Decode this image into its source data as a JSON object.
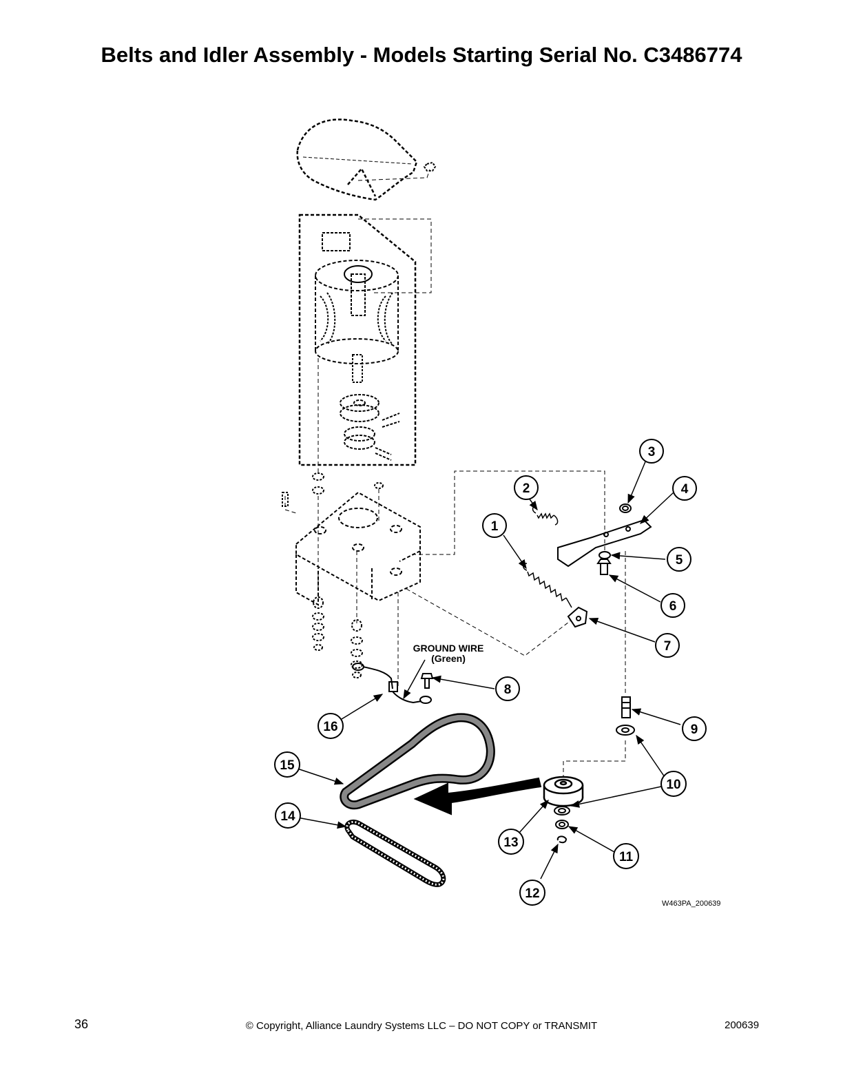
{
  "page": {
    "title": "Belts and Idler Assembly - Models Starting Serial No. C3486774",
    "page_number": "36",
    "copyright": "© Copyright, Alliance Laundry Systems LLC – DO NOT COPY or TRANSMIT",
    "doc_code": "200639"
  },
  "diagram": {
    "reference_code": "W463PA_200639",
    "ground_wire_label": "GROUND WIRE",
    "ground_wire_color": "(Green)",
    "callouts": [
      "1",
      "2",
      "3",
      "4",
      "5",
      "6",
      "7",
      "8",
      "9",
      "10",
      "10",
      "11",
      "12",
      "13",
      "14",
      "15",
      "16"
    ]
  }
}
